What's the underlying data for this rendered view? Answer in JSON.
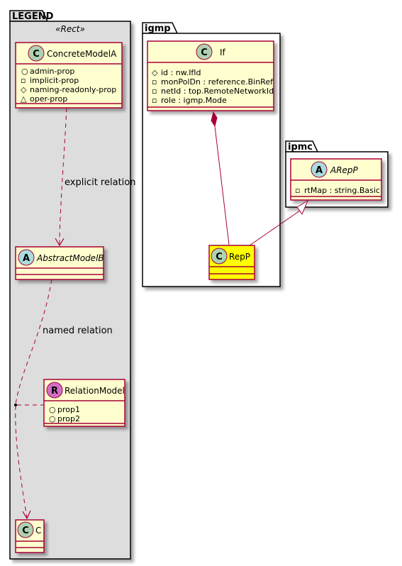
{
  "packages": {
    "legend": {
      "title": "LEGEND",
      "stereotype": "«Rect»"
    },
    "igmp": {
      "title": "igmp"
    },
    "ipmc": {
      "title": "ipmc"
    }
  },
  "classes": {
    "concrete_model_a": {
      "badge": "C",
      "name": "ConcreteModelA",
      "attrs": [
        {
          "vis": "○",
          "text": "admin-prop"
        },
        {
          "vis": "▫",
          "text": "implicit-prop"
        },
        {
          "vis": "◇",
          "text": "naming-readonly-prop"
        },
        {
          "vis": "△",
          "text": "oper-prop"
        }
      ]
    },
    "abstract_model_b": {
      "badge": "A",
      "name": "AbstractModelB"
    },
    "relation_model": {
      "badge": "R",
      "name": "RelationModel",
      "attrs": [
        {
          "vis": "○",
          "text": "prop1"
        },
        {
          "vis": "○",
          "text": "prop2"
        }
      ]
    },
    "c": {
      "badge": "C",
      "name": "C"
    },
    "if": {
      "badge": "C",
      "name": "If",
      "attrs": [
        {
          "vis": "◇",
          "text": "id : nw.IfId"
        },
        {
          "vis": "▫",
          "text": "monPolDn : reference.BinRef"
        },
        {
          "vis": "▫",
          "text": "netId : top.RemoteNetworkId"
        },
        {
          "vis": "▫",
          "text": "role : igmp.Mode"
        }
      ]
    },
    "rep_p": {
      "badge": "C",
      "name": "RepP"
    },
    "arep_p": {
      "badge": "A",
      "name": "ARepP",
      "attrs": [
        {
          "vis": "▫",
          "text": "rtMap : string.Basic"
        }
      ]
    }
  },
  "relations": {
    "explicit": {
      "label": "explicit relation"
    },
    "named": {
      "label": "named relation"
    }
  },
  "colors": {
    "class_fill": "#fefece",
    "class_border": "#a80036",
    "highlight_fill": "#ffff00",
    "legend_fill": "#dddddd",
    "badge_class": "#add1b2",
    "badge_abstract": "#a9dcdf",
    "badge_relation": "#d26ec6",
    "shadow": "#b5b5b5",
    "vis_public": "#038048",
    "vis_private": "#c82930",
    "vis_protected": "#b38d22",
    "vis_package": "#1963a0"
  }
}
